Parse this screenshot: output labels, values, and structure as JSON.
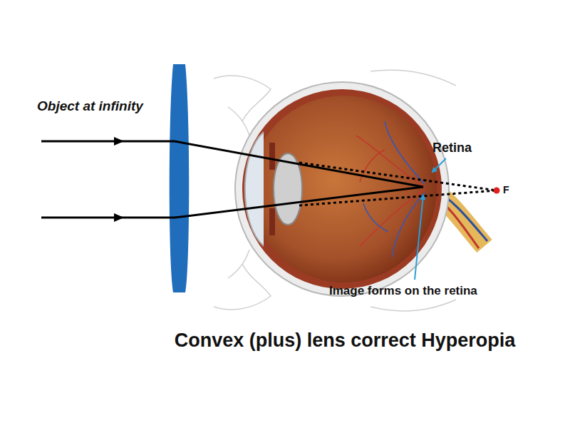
{
  "diagram": {
    "caption": "Convex (plus) lens correct Hyperopia",
    "labels": [
      "Object at infinity",
      "Retina",
      "F",
      "Image forms on the retina"
    ]
  }
}
